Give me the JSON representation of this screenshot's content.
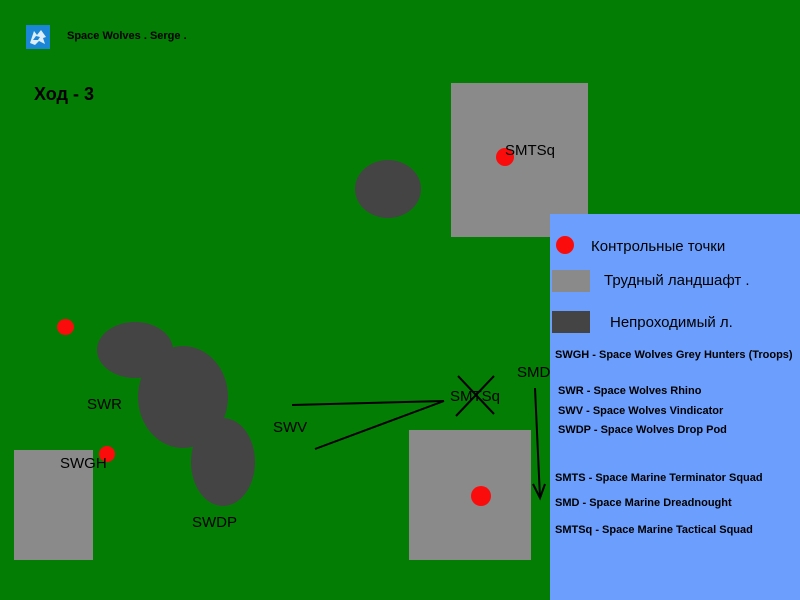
{
  "header": {
    "logo_icon": "space-wolves-icon",
    "title": "Space Wolves . Serge .",
    "turn": "Ход - 3"
  },
  "map": {
    "units": {
      "smtsq_top": "SMTSq",
      "smtsq_mid": "SMTSq",
      "smd": "SMD",
      "swr": "SWR",
      "swv": "SWV",
      "swgh": "SWGH",
      "swdp": "SWDP"
    }
  },
  "legend": {
    "objectives": "Контрольные точки",
    "hard_terrain": "Трудный ландшафт .",
    "impassable": "Непроходимый л.",
    "abbreviations": [
      "SWGH - Space Wolves Grey Hunters (Troops)",
      "SWR - Space Wolves Rhino",
      "SWV - Space Wolves Vindicator",
      "SWDP - Space Wolves Drop Pod",
      "SMTS - Space Marine Terminator Squad",
      "SMD - Space Marine Dreadnought",
      "SMTSq - Space Marine Tactical Squad"
    ]
  },
  "colors": {
    "field": "#047d04",
    "hard_terrain": "#8a8a8a",
    "impassable": "#444444",
    "objective": "#fb0c0c",
    "legend_bg": "#6c9ffd"
  }
}
